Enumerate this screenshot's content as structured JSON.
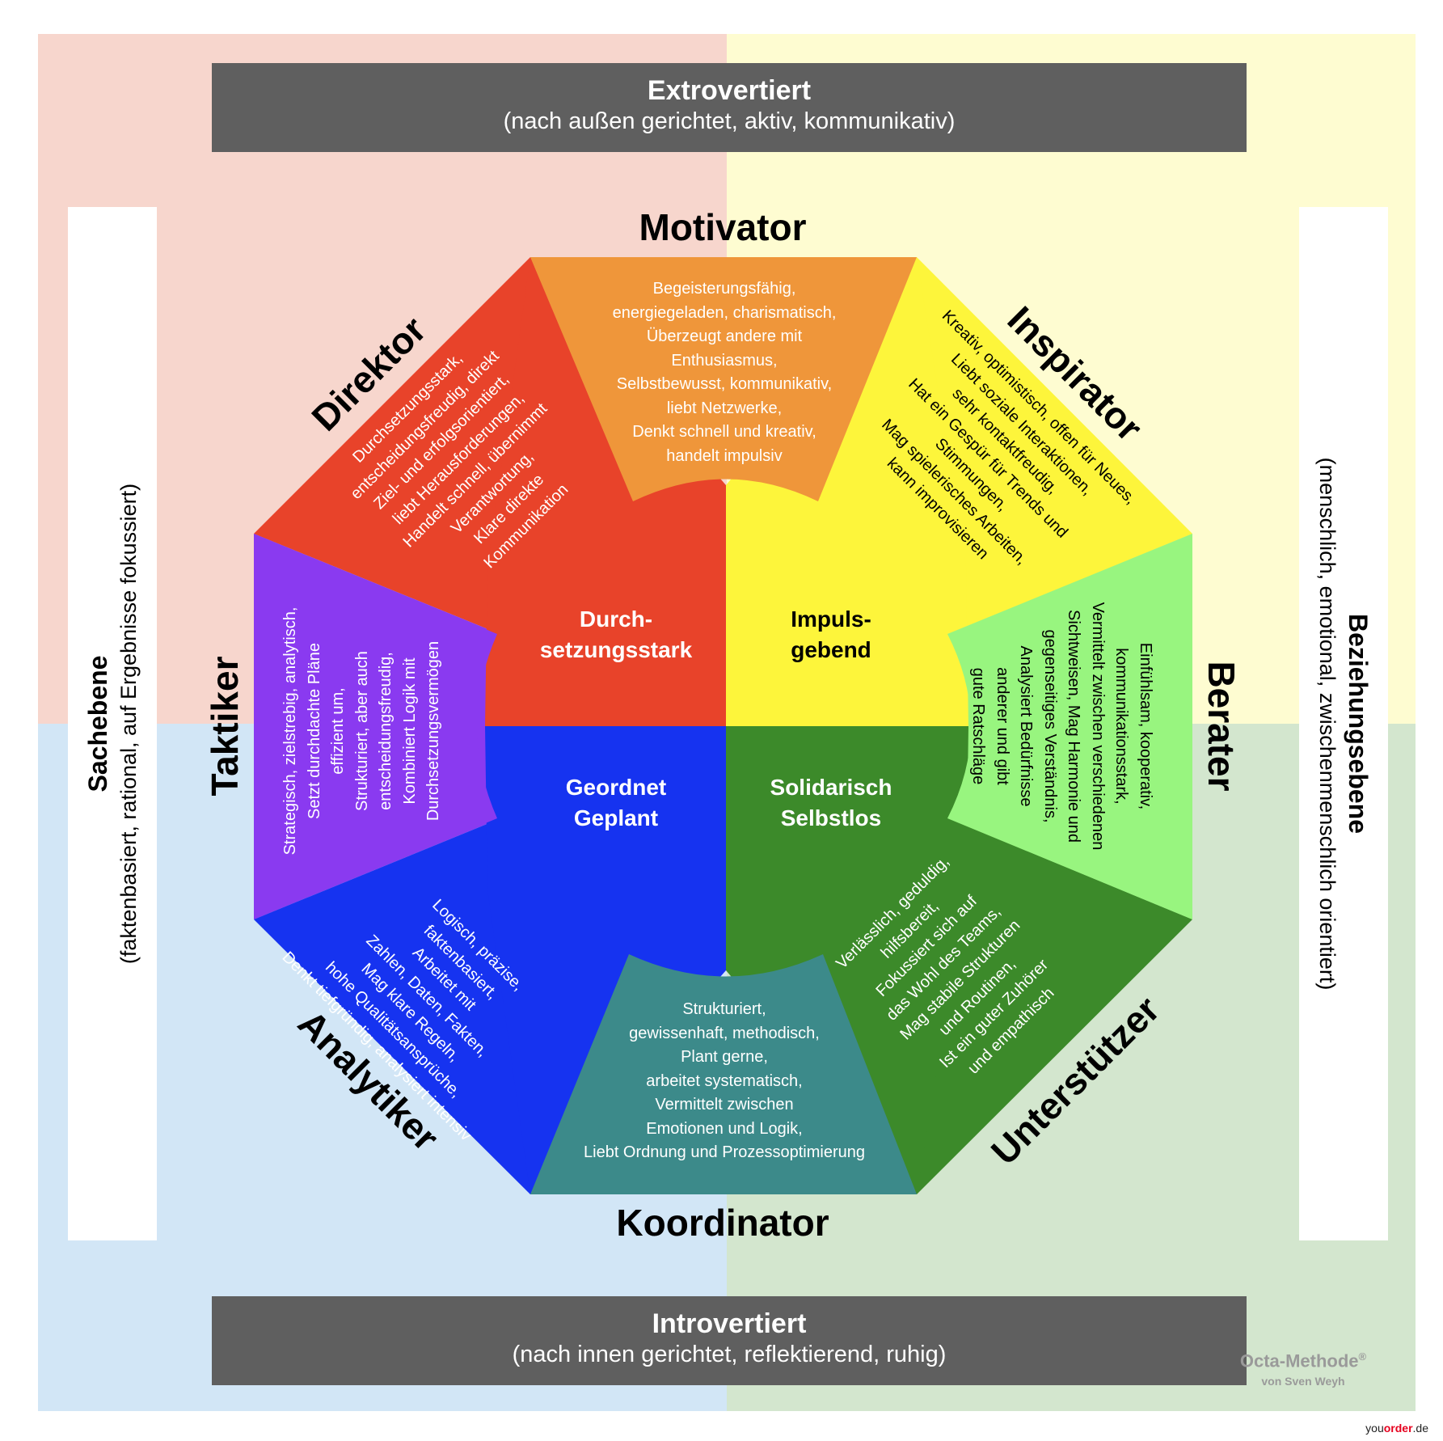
{
  "colors": {
    "quad_top_left": "#f7d6cd",
    "quad_top_right": "#fefcd1",
    "quad_bottom_left": "#d2e6f6",
    "quad_bottom_right": "#d3e6ce",
    "bar": "#5f5f5f",
    "motivator": "#ef963a",
    "inspirator": "#fdf53b",
    "berater": "#98f57f",
    "unterstuetzer": "#3c8a2a",
    "koordinator": "#3c8a8a",
    "analytiker": "#1633f0",
    "taktiker": "#8a3af0",
    "direktor": "#e8432a"
  },
  "top_bar": {
    "title": "Extrovertiert",
    "subtitle": "(nach außen gerichtet, aktiv, kommunikativ)"
  },
  "bottom_bar": {
    "title": "Introvertiert",
    "subtitle": "(nach innen gerichtet, reflektierend, ruhig)"
  },
  "left_side": {
    "title": "Sachebene",
    "subtitle": "(faktenbasiert, rational, auf Ergebnisse fokussiert)"
  },
  "right_side": {
    "title": "Beziehungsebene",
    "subtitle": "(menschlich, emotional, zwischenmenschlich orientiert)"
  },
  "types": {
    "motivator": {
      "name": "Motivator",
      "lines": [
        "Begeisterungsfähig,",
        "energiegeladen, charismatisch,",
        "Überzeugt andere mit",
        "Enthusiasmus,",
        "Selbstbewusst, kommunikativ,",
        "liebt Netzwerke,",
        "Denkt schnell und kreativ,",
        "handelt impulsiv"
      ]
    },
    "inspirator": {
      "name": "Inspirator",
      "lines": [
        "Kreativ, optimistisch, offen für Neues,",
        "Liebt soziale Interaktionen,",
        "sehr kontaktfreudig,",
        "Hat ein Gespür für Trends und",
        "Stimmungen,",
        "Mag spielerisches Arbeiten,",
        "kann improvisieren"
      ]
    },
    "berater": {
      "name": "Berater",
      "lines": [
        "Einfühlsam, kooperativ,",
        "kommunikationsstark,",
        "Vermittelt zwischen verschiedenen",
        "Sichtweisen, Mag Harmonie und",
        "gegenseitiges Verständnis,",
        "Analysiert Bedürfnisse",
        "anderer und gibt",
        "gute Ratschläge"
      ]
    },
    "unterstuetzer": {
      "name": "Unterstützer",
      "lines": [
        "Verlässlich, geduldig,",
        "hilfsbereit,",
        "Fokussiert sich auf",
        "das Wohl des Teams,",
        "Mag stabile Strukturen",
        "und Routinen,",
        "Ist ein guter Zuhörer",
        "und empathisch"
      ]
    },
    "koordinator": {
      "name": "Koordinator",
      "lines": [
        "Strukturiert,",
        "gewissenhaft, methodisch,",
        "Plant gerne,",
        "arbeitet systematisch,",
        "Vermittelt zwischen",
        "Emotionen und Logik,",
        "Liebt Ordnung und Prozessoptimierung"
      ]
    },
    "analytiker": {
      "name": "Analytiker",
      "lines": [
        "Logisch, präzise,",
        "faktenbasiert,",
        "Arbeitet mit",
        "Zahlen, Daten, Fakten,",
        "Mag klare Regeln,",
        "hohe Qualitätsansprüche,",
        "Denkt tiefgründig, analysiert intensiv"
      ]
    },
    "taktiker": {
      "name": "Taktiker",
      "lines": [
        "Strategisch, zielstrebig, analytisch,",
        "Setzt durchdachte Pläne",
        "effizient um,",
        "Strukturiert, aber auch",
        "entscheidungsfreudig,",
        "Kombiniert Logik mit",
        "Durchsetzungsvermögen"
      ]
    },
    "direktor": {
      "name": "Direktor",
      "lines": [
        "Durchsetzungsstark,",
        "entscheidungsfreudig, direkt",
        "Ziel- und erfolgsorientiert,",
        "liebt Herausforderungen,",
        "Handelt schnell, übernimmt",
        "Verantwortung,",
        "Klare direkte",
        "Kommunikation"
      ]
    }
  },
  "core": {
    "top_left": [
      "Durch-",
      "setzungsstark"
    ],
    "top_right": [
      "Impuls-",
      "gebend"
    ],
    "bottom_left": [
      "Geordnet",
      "Geplant"
    ],
    "bottom_right": [
      "Solidarisch",
      "Selbstlos"
    ]
  },
  "brand": {
    "name": "Octa-Methode",
    "mark": "®",
    "author": "von Sven Weyh"
  },
  "watermark": {
    "prefix": "you",
    "highlight": "order",
    "suffix": ".de"
  }
}
